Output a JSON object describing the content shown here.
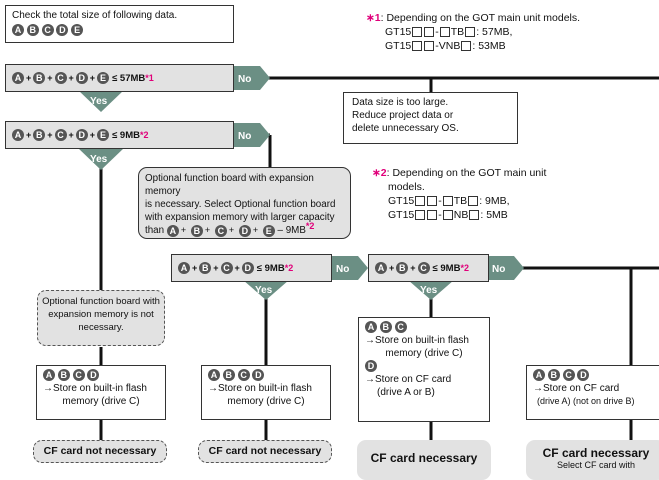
{
  "start": {
    "text": "Check the total size of following data.",
    "letters": [
      "A",
      "B",
      "C",
      "D",
      "E"
    ]
  },
  "note1": {
    "marker": "∗1",
    "head": ": Depending on the GOT main unit models.",
    "lines": [
      {
        "pre": "GT15",
        "mid": "-",
        "suffix_pre": "TB",
        "suffix": ": 57MB,"
      },
      {
        "pre": "GT15",
        "mid": "-VNB",
        "suffix": ": 53MB"
      }
    ]
  },
  "note2": {
    "marker": "∗2",
    "head": ": Depending on the GOT main unit",
    "head2": "models.",
    "lines": [
      {
        "pre": "GT15",
        "mid": "-",
        "suffix_pre": "TB",
        "suffix": ": 9MB,"
      },
      {
        "pre": "GT15",
        "mid": "-",
        "suffix_pre": "NB",
        "suffix": ": 5MB"
      }
    ]
  },
  "conditions": {
    "c1": {
      "letters": [
        "A",
        "B",
        "C",
        "D",
        "E"
      ],
      "value": "≤ 57MB",
      "note": "*1"
    },
    "c2": {
      "letters": [
        "A",
        "B",
        "C",
        "D",
        "E"
      ],
      "value": "≤ 9MB",
      "note": "*2"
    },
    "c3": {
      "letters": [
        "A",
        "B",
        "C",
        "D"
      ],
      "value": "≤ 9MB",
      "note": "*2"
    },
    "c4": {
      "letters": [
        "A",
        "B",
        "C"
      ],
      "value": "≤ 9MB",
      "note": "*2"
    }
  },
  "labels": {
    "yes": "Yes",
    "no": "No"
  },
  "too_large": {
    "lines": [
      "Data size is too large.",
      "Reduce project data or",
      "delete unnecessary OS."
    ]
  },
  "expansion": {
    "lines": [
      "Optional function board with expansion memory",
      "is necessary.  Select Optional function board",
      "with expansion memory with larger capacity"
    ],
    "than": "than",
    "letters": [
      "A",
      "B",
      "C",
      "D",
      "E"
    ],
    "suffix": "– 9MB",
    "note": "*2"
  },
  "not_necessary_box": {
    "lines": [
      "Optional function board with",
      "expansion memory is not",
      "necessary."
    ]
  },
  "store_box1": {
    "letters": [
      "A",
      "B",
      "C",
      "D"
    ],
    "lines": [
      "→Store on built-in flash",
      "memory (drive C)"
    ]
  },
  "store_box2": {
    "letters": [
      "A",
      "B",
      "C",
      "D"
    ],
    "lines": [
      "→Store on built-in flash",
      "memory (drive C)"
    ]
  },
  "store_box3": {
    "letters1": [
      "A",
      "B",
      "C"
    ],
    "lines1": [
      "→Store on built-in flash",
      "memory (drive C)"
    ],
    "letters2": [
      "D"
    ],
    "lines2": [
      "→Store on CF card",
      "(drive A or B)"
    ]
  },
  "store_box4": {
    "letters": [
      "A",
      "B",
      "C",
      "D"
    ],
    "lines": [
      "→Store on CF card",
      "(drive A) (not on drive B)"
    ]
  },
  "results": {
    "r1": "CF card not necessary",
    "r2": "CF card not necessary",
    "r3": "CF card necessary",
    "r4": "CF card necessary",
    "r4_sub": "Select CF card with"
  },
  "colors": {
    "arrow": "#6b8f84",
    "box": "#e2e2e2",
    "line": "#111111",
    "accent": "#e0007a"
  }
}
